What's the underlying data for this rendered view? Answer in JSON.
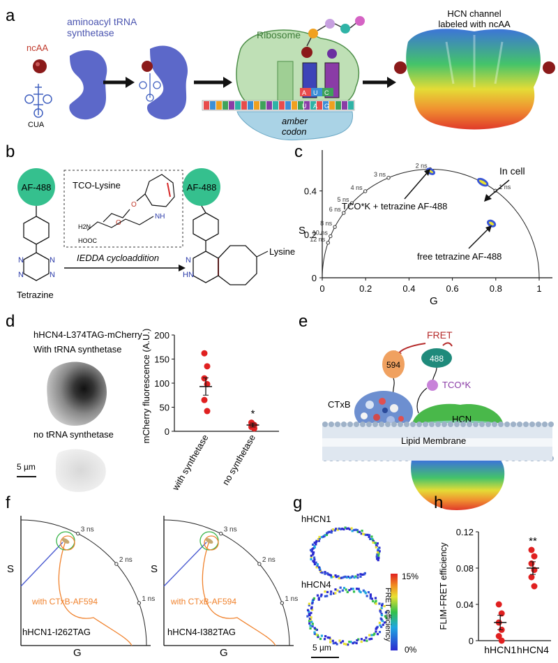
{
  "panel_labels": {
    "a": "a",
    "b": "b",
    "c": "c",
    "d": "d",
    "e": "e",
    "f": "f",
    "g": "g",
    "h": "h"
  },
  "colors": {
    "synthetase": "#5c68c9",
    "ncaa": "#9b1b1b",
    "ribosome": "#bfe0b6",
    "ribosome_edge": "#4f8f4a",
    "mrna_bg": "#aad3e6",
    "af488": "#35c08e",
    "ring": "#d62a2a",
    "orange_curve": "#f0812b",
    "blue_arrow": "#4b5bd1",
    "dots": "#e02020",
    "dye594": "#f0a160",
    "dye488": "#1f8a7b",
    "tco": "#c882d9"
  },
  "panel_a": {
    "ncaa_label": "ncAA",
    "synthetase_label": "aminoacyl tRNA\nsynthetase",
    "cua_label": "CUA",
    "ribosome_label": "Ribosome",
    "codon_top": [
      "A",
      "U",
      "C"
    ],
    "codon_bottom": [
      "U",
      "A",
      "G"
    ],
    "amber_label": "amber\ncodon",
    "hcn_label": "HCN channel\nlabeled with ncAA"
  },
  "panel_b": {
    "af488_label": "AF-488",
    "tco_lysine_label": "TCO-Lysine",
    "tetrazine_label": "Tetrazine",
    "reaction_label": "IEDDA cycloaddition",
    "lysine_label": "Lysine",
    "h2n": "H2N",
    "hooc": "HOOC",
    "nh": "NH",
    "o": "O",
    "hn": "HN",
    "n": "N"
  },
  "panel_c": {
    "xlabel": "G",
    "ylabel": "S",
    "x_ticks": [
      "0",
      "0.2",
      "0.4",
      "0.6",
      "0.8",
      "1"
    ],
    "y_ticks": [
      "0",
      "0.2",
      "0.4"
    ],
    "lifetime_marks": [
      "12 ns",
      "10 ns",
      "8 ns",
      "6 ns",
      "5 ns",
      "4 ns",
      "3 ns",
      "2 ns",
      "1 ns"
    ],
    "annotation_incell": "In cell",
    "annotation_tco": "TCO*K + tetrazine AF-488",
    "annotation_free": "free tetrazine AF-488"
  },
  "panel_d": {
    "title": "hHCN4-L374TAG-mCherry",
    "with_label": "With tRNA synthetase",
    "no_label": "no tRNA synthetase",
    "scale_label": "5 µm",
    "chart_data": {
      "type": "scatter",
      "ylabel": "mCherry fluorescence (A.U.)",
      "categories": [
        "with synthetase",
        "no synthetase"
      ],
      "ylim": [
        0,
        200
      ],
      "y_ticks": [
        "0",
        "50",
        "100",
        "150",
        "200"
      ],
      "points": [
        {
          "category": "with synthetase",
          "values": [
            162,
            135,
            110,
            98,
            65,
            42
          ]
        },
        {
          "category": "no synthetase",
          "values": [
            18,
            13,
            9,
            6
          ]
        }
      ],
      "means": [
        93,
        13
      ],
      "sems": [
        18,
        4
      ],
      "significance": [
        "",
        "*"
      ]
    }
  },
  "panel_e": {
    "fret_label": "FRET",
    "dye594": "594",
    "dye488": "488",
    "ctxb_label": "CTxB",
    "tco_label": "TCO*K",
    "hcn_label": "HCN",
    "membrane_label": "Lipid Membrane"
  },
  "panel_f": {
    "left_title": "hHCN1-I262TAG",
    "right_title": "hHCN4-I382TAG",
    "curve_label": "with CTxB-AF594",
    "xlabel": "G",
    "ylabel": "S",
    "lifetime_marks": [
      "3 ns",
      "2 ns",
      "1 ns"
    ]
  },
  "panel_g": {
    "hcn1_label": "hHCN1",
    "hcn4_label": "hHCN4",
    "colorbar_label": "FRET efficiency",
    "colorbar_max": "15%",
    "colorbar_min": "0%",
    "scale_label": "5 µm"
  },
  "panel_h": {
    "chart_data": {
      "type": "scatter",
      "ylabel": "FLIM-FRET efficiency",
      "categories": [
        "hHCN1",
        "hHCN4"
      ],
      "ylim": [
        0,
        0.12
      ],
      "y_ticks": [
        "0",
        "0.04",
        "0.08",
        "0.12"
      ],
      "points": [
        {
          "category": "hHCN1",
          "values": [
            0.04,
            0.03,
            0.02,
            0.012,
            0.005,
            0.0
          ]
        },
        {
          "category": "hHCN4",
          "values": [
            0.1,
            0.093,
            0.085,
            0.078,
            0.07,
            0.06
          ]
        }
      ],
      "means": [
        0.02,
        0.08
      ],
      "sems": [
        0.008,
        0.007
      ],
      "significance": [
        "",
        "**"
      ]
    }
  }
}
